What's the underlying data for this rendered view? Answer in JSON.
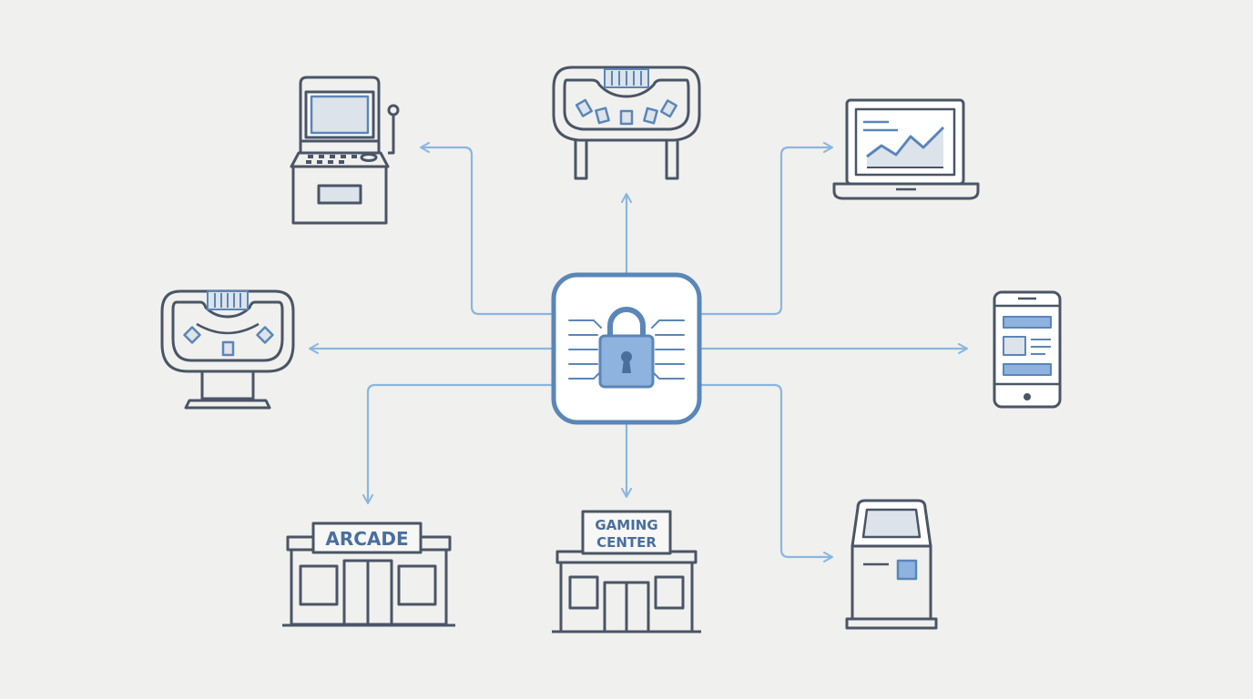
{
  "colors": {
    "background": "#f0f0ee",
    "outline": "#4a5566",
    "accent": "#5a86b8",
    "accent_fill": "#8db3de",
    "connector": "#8ab6e0",
    "screen_fill": "#dde3ea",
    "sign_text": "#4a6f9c"
  },
  "hub": {
    "icon": "secure-lock-icon"
  },
  "nodes": [
    {
      "name": "slot-machine",
      "icon": "slot-machine-icon"
    },
    {
      "name": "gaming-table-top",
      "icon": "gaming-table-icon"
    },
    {
      "name": "laptop-analytics",
      "icon": "laptop-chart-icon"
    },
    {
      "name": "gaming-table-left",
      "icon": "gaming-table-icon"
    },
    {
      "name": "mobile-phone",
      "icon": "mobile-phone-icon"
    },
    {
      "name": "arcade-building",
      "icon": "arcade-building-icon",
      "sign": "ARCADE"
    },
    {
      "name": "gaming-center-building",
      "icon": "gaming-center-building-icon",
      "sign_line1": "GAMING",
      "sign_line2": "CENTER"
    },
    {
      "name": "kiosk",
      "icon": "kiosk-terminal-icon"
    }
  ]
}
